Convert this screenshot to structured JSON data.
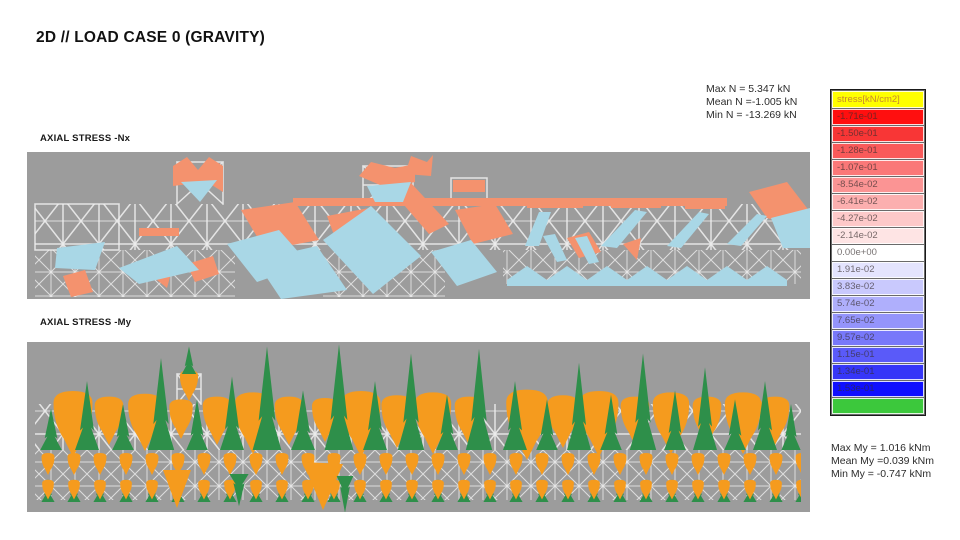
{
  "title": "2D // LOAD CASE 0 (GRAVITY)",
  "sections": {
    "nx": {
      "label": "AXIAL STRESS -Nx",
      "stats": [
        "Max N = 5.347 kN",
        "Mean N =-1.005 kN",
        "Min N = -13.269 kN"
      ]
    },
    "my": {
      "label": "AXIAL STRESS -My",
      "stats": [
        "Max My = 1.016 kNm",
        "Mean My =0.039 kNm",
        "Min My = -0.747 kNm"
      ]
    }
  },
  "legend": {
    "title": "stress[kN/cm2]",
    "rows": [
      {
        "label": "-1.71e-01",
        "color": "#FF0F0F"
      },
      {
        "label": "-1.50e-01",
        "color": "#F83636"
      },
      {
        "label": "-1.28e-01",
        "color": "#F95A5A"
      },
      {
        "label": "-1.07e-01",
        "color": "#FA7878"
      },
      {
        "label": "-8.54e-02",
        "color": "#FB9494"
      },
      {
        "label": "-6.41e-02",
        "color": "#FCAFAF"
      },
      {
        "label": "-4.27e-02",
        "color": "#FDC9C9"
      },
      {
        "label": "-2.14e-02",
        "color": "#FEE4E4"
      },
      {
        "label": "0.00e+00",
        "color": "#FFFFFF"
      },
      {
        "label": "1.91e-02",
        "color": "#E4E4FE"
      },
      {
        "label": "3.83e-02",
        "color": "#C9C9FD"
      },
      {
        "label": "5.74e-02",
        "color": "#AFAFFC"
      },
      {
        "label": "7.65e-02",
        "color": "#9494FB"
      },
      {
        "label": "9.57e-02",
        "color": "#7878FA"
      },
      {
        "label": "1.15e-01",
        "color": "#5A5AF9"
      },
      {
        "label": "1.34e-01",
        "color": "#3636F8"
      },
      {
        "label": "1.53e-01",
        "color": "#0F0FFF"
      },
      {
        "label": "",
        "color": "#3CC83C"
      }
    ]
  },
  "colors": {
    "panel_gray": "#9C9C9C",
    "truss_white": "#EDEDED",
    "salmon": "#F4926E",
    "light_blue": "#A9D7E6",
    "orange": "#F59B1E",
    "green": "#2E8F4A",
    "legend_title_bg": "#FFFF00",
    "legend_title_text": "#C9882E"
  }
}
